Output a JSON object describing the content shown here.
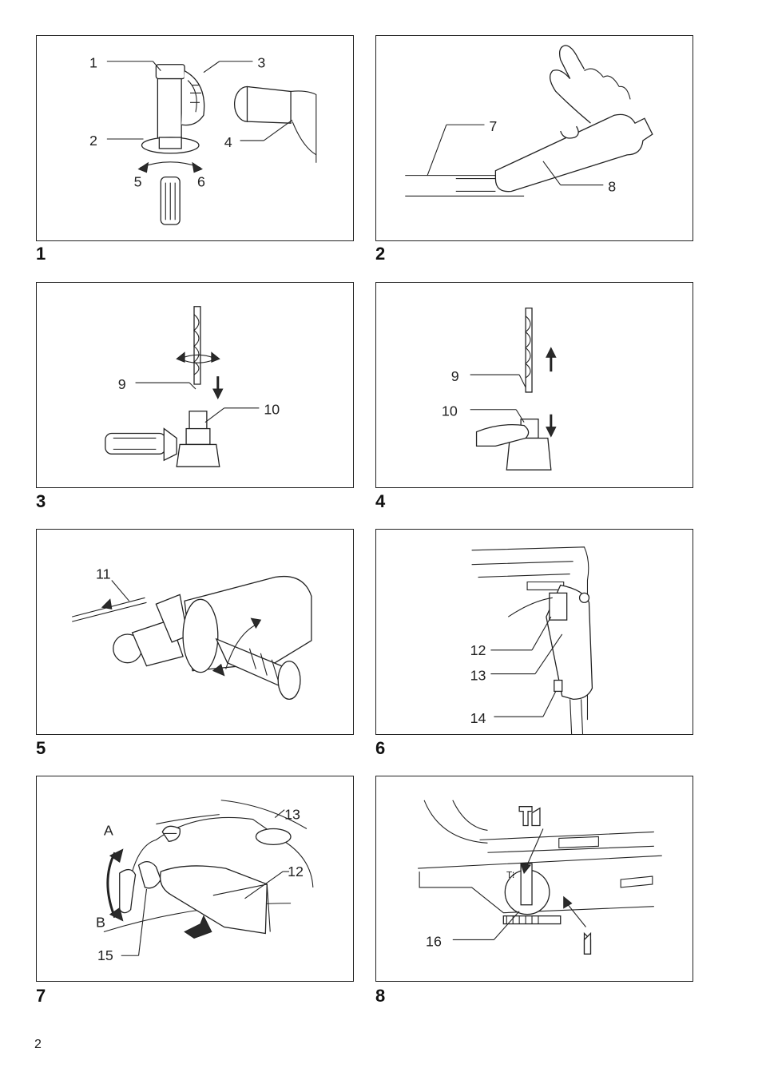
{
  "page": {
    "number": "2"
  },
  "figures": [
    {
      "num": "1",
      "callouts": [
        "1",
        "2",
        "3",
        "4",
        "5",
        "6"
      ]
    },
    {
      "num": "2",
      "callouts": [
        "7",
        "8"
      ]
    },
    {
      "num": "3",
      "callouts": [
        "9",
        "10"
      ]
    },
    {
      "num": "4",
      "callouts": [
        "9",
        "10"
      ]
    },
    {
      "num": "5",
      "callouts": [
        "11"
      ]
    },
    {
      "num": "6",
      "callouts": [
        "12",
        "13",
        "14"
      ]
    },
    {
      "num": "7",
      "callouts": [
        "A",
        "B",
        "13",
        "12",
        "15"
      ]
    },
    {
      "num": "8",
      "callouts": [
        "16"
      ]
    }
  ],
  "icons": [
    "side-handle-icon",
    "grease-tube-icon",
    "drill-bit-insert-icon",
    "drill-bit-remove-icon",
    "depth-gauge-icon",
    "switch-trigger-icon",
    "reversing-lever-icon",
    "action-mode-knob-icon",
    "hammer-drill-symbol-icon",
    "drill-bit-symbol-icon"
  ]
}
